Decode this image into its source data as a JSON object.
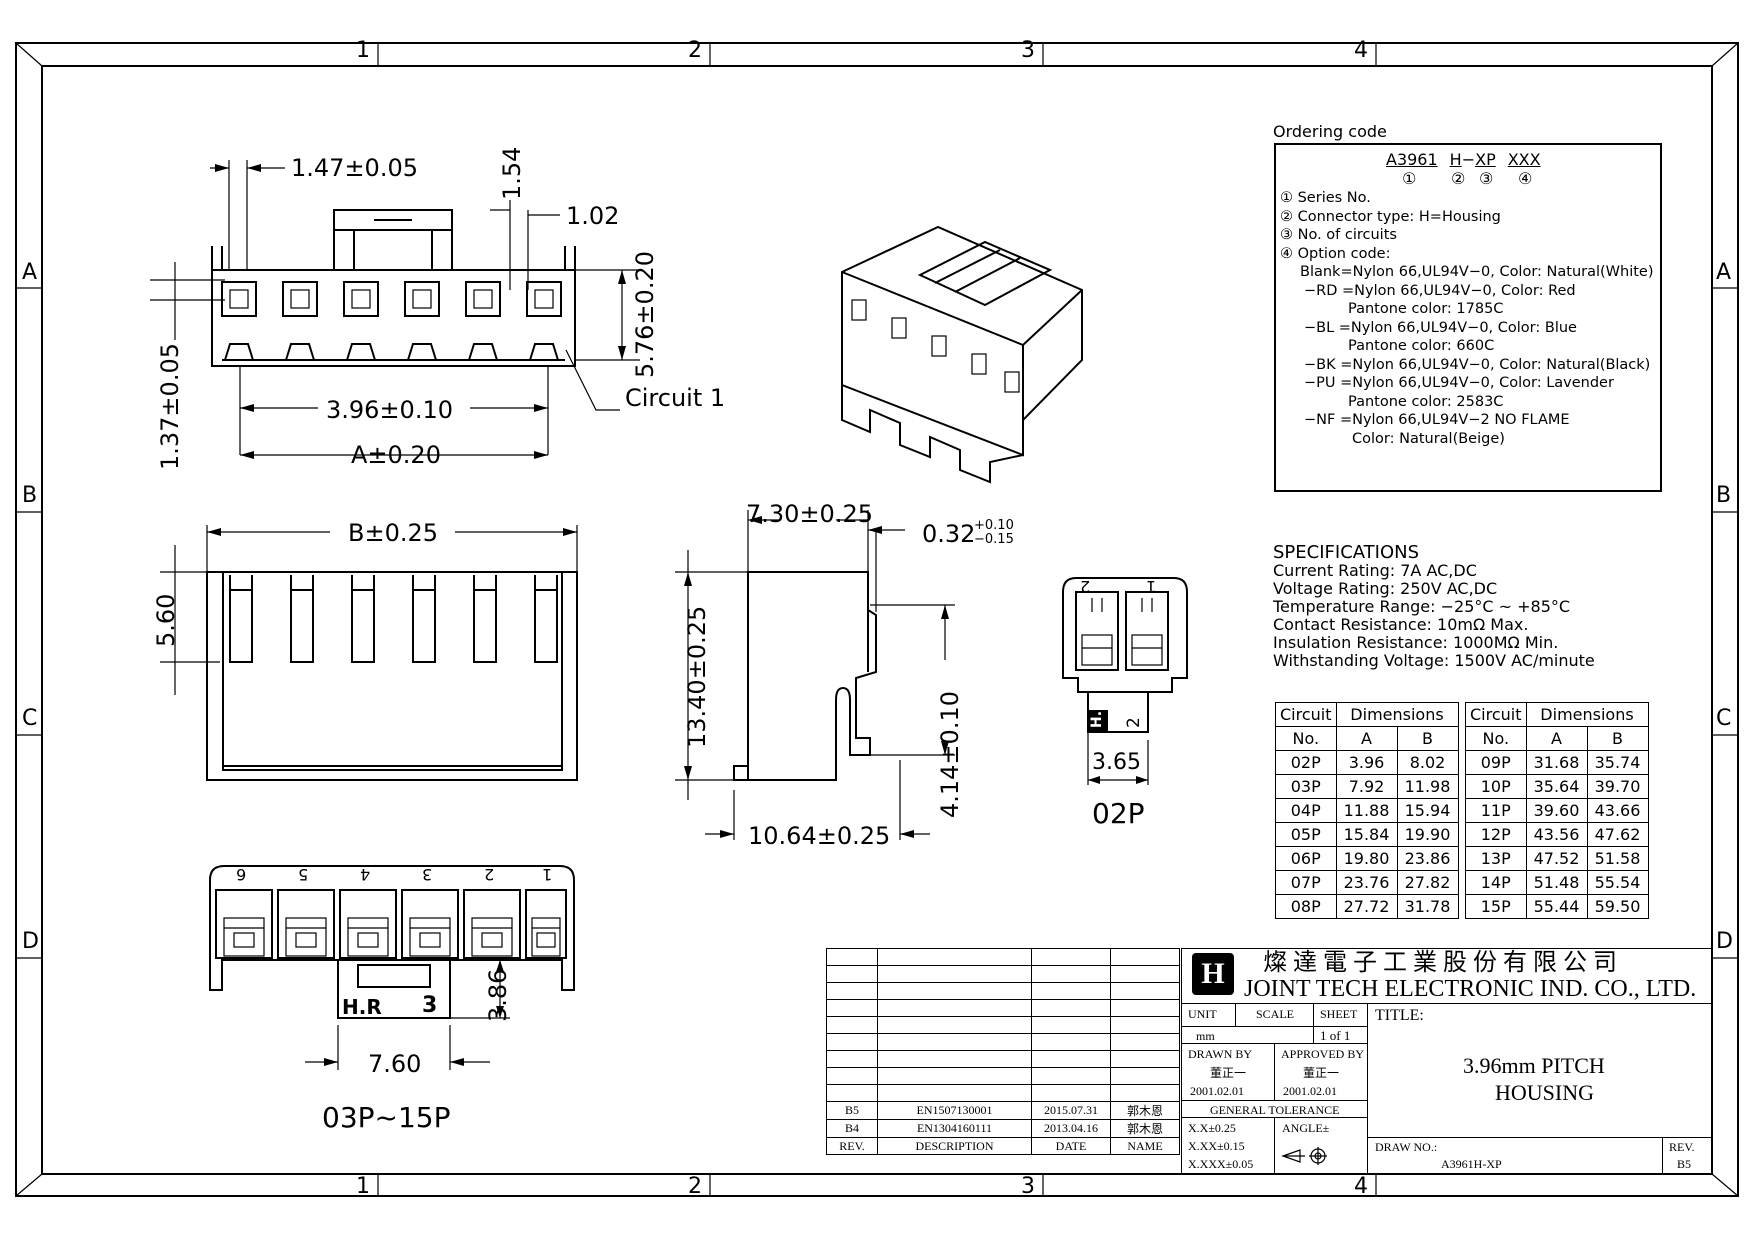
{
  "zones": {
    "columns": [
      "1",
      "2",
      "3",
      "4"
    ],
    "rows": [
      "A",
      "B",
      "C",
      "D"
    ]
  },
  "dims_top_view": {
    "d1": "1.47±0.05",
    "d2": "1.54",
    "d3": "1.02",
    "d4": "5.76±0.20",
    "d5": "1.37±0.05",
    "d6": "3.96±0.10",
    "d7": "A±0.20",
    "circuit_label": "Circuit  1"
  },
  "dims_front_view": {
    "d1": "B±0.25",
    "d2": "5.60"
  },
  "dims_side_view": {
    "d1": "7.30±0.25",
    "d2": "0.32",
    "d2_tol_upper": "+0.10",
    "d2_tol_lower": "−0.15",
    "d3": "13.40±0.25",
    "d4": "4.14±0.10",
    "d5": "10.64±0.25"
  },
  "view_02p": {
    "pin_labels": [
      "2",
      "1"
    ],
    "marking": "H.R",
    "marking_num": "2",
    "dim": "3.65",
    "caption": "02P"
  },
  "view_03p": {
    "pin_labels": [
      "6",
      "5",
      "4",
      "3",
      "2",
      "1"
    ],
    "marking": "H.R",
    "marking_num": "3",
    "dim_h": "3.86",
    "dim_w": "7.60",
    "caption": "03P~15P"
  },
  "ordering": {
    "title": "Ordering  code",
    "code_parts": [
      "A3961",
      "H",
      "XP",
      "XXX"
    ],
    "code_sep": "−",
    "code_nums": [
      "①",
      "②",
      "③",
      "④"
    ],
    "lines": [
      "① Series No.",
      "② Connector type: H=Housing",
      "③ No. of circuits",
      "④ Option code:",
      "Blank=Nylon 66,UL94V−0, Color: Natural(White)",
      "−RD =Nylon 66,UL94V−0, Color: Red",
      "Pantone color: 1785C",
      "−BL =Nylon 66,UL94V−0, Color: Blue",
      "Pantone color: 660C",
      "−BK =Nylon 66,UL94V−0, Color: Natural(Black)",
      "−PU =Nylon 66,UL94V−0, Color: Lavender",
      "Pantone color: 2583C",
      "−NF =Nylon 66,UL94V−2 NO FLAME",
      "Color: Natural(Beige)"
    ]
  },
  "specs": {
    "title": "SPECIFICATIONS",
    "lines": [
      "Current Rating: 7A AC,DC",
      "Voltage Rating: 250V AC,DC",
      "Temperature Range: −25°C ~ +85°C",
      "Contact Resistance: 10mΩ Max.",
      "Insulation Resistance: 1000MΩ Min.",
      "Withstanding Voltage: 1500V AC/minute"
    ]
  },
  "dimension_table": {
    "h_circuit": "Circuit",
    "h_dimensions": "Dimensions",
    "h_no": "No.",
    "h_a": "A",
    "h_b": "B",
    "left": [
      [
        "02P",
        "3.96",
        "8.02"
      ],
      [
        "03P",
        "7.92",
        "11.98"
      ],
      [
        "04P",
        "11.88",
        "15.94"
      ],
      [
        "05P",
        "15.84",
        "19.90"
      ],
      [
        "06P",
        "19.80",
        "23.86"
      ],
      [
        "07P",
        "23.76",
        "27.82"
      ],
      [
        "08P",
        "27.72",
        "31.78"
      ]
    ],
    "right": [
      [
        "09P",
        "31.68",
        "35.74"
      ],
      [
        "10P",
        "35.64",
        "39.70"
      ],
      [
        "11P",
        "39.60",
        "43.66"
      ],
      [
        "12P",
        "43.56",
        "47.62"
      ],
      [
        "13P",
        "47.52",
        "51.58"
      ],
      [
        "14P",
        "51.48",
        "55.54"
      ],
      [
        "15P",
        "55.44",
        "59.50"
      ]
    ]
  },
  "title_block": {
    "company_cn": "燦 達 電 子 工 業 股 份 有 限 公 司",
    "company_en": "JOINT TECH ELECTRONIC IND. CO., LTD.",
    "logo_text": "H",
    "unit_label": "UNIT",
    "unit": "mm",
    "scale_label": "SCALE",
    "scale": "",
    "sheet_label": "SHEET",
    "sheet": "1 of 1",
    "title_label": "TITLE:",
    "title_line1": "3.96mm PITCH",
    "title_line2": "HOUSING",
    "drawn_by_label": "DRAWN BY",
    "drawn_by": "董正一",
    "drawn_date": "2001.02.01",
    "approved_by_label": "APPROVED BY",
    "approved_by": "董正一",
    "approved_date": "2001.02.01",
    "tol_label": "GENERAL TOLERANCE",
    "tol_1": "X.X±0.25",
    "tol_2": "X.XX±0.15",
    "tol_3": "X.XXX±0.05",
    "angle_label": "ANGLE±",
    "draw_no_label": "DRAW NO.:",
    "draw_no": "A3961H-XP",
    "rev_label": "REV.",
    "rev": "B5"
  },
  "revisions": {
    "rows": [
      [
        "B5",
        "EN1507130001",
        "2015.07.31",
        "郭木恩"
      ],
      [
        "B4",
        "EN1304160111",
        "2013.04.16",
        "郭木恩"
      ]
    ],
    "headers": [
      "REV.",
      "DESCRIPTION",
      "DATE",
      "NAME"
    ]
  }
}
